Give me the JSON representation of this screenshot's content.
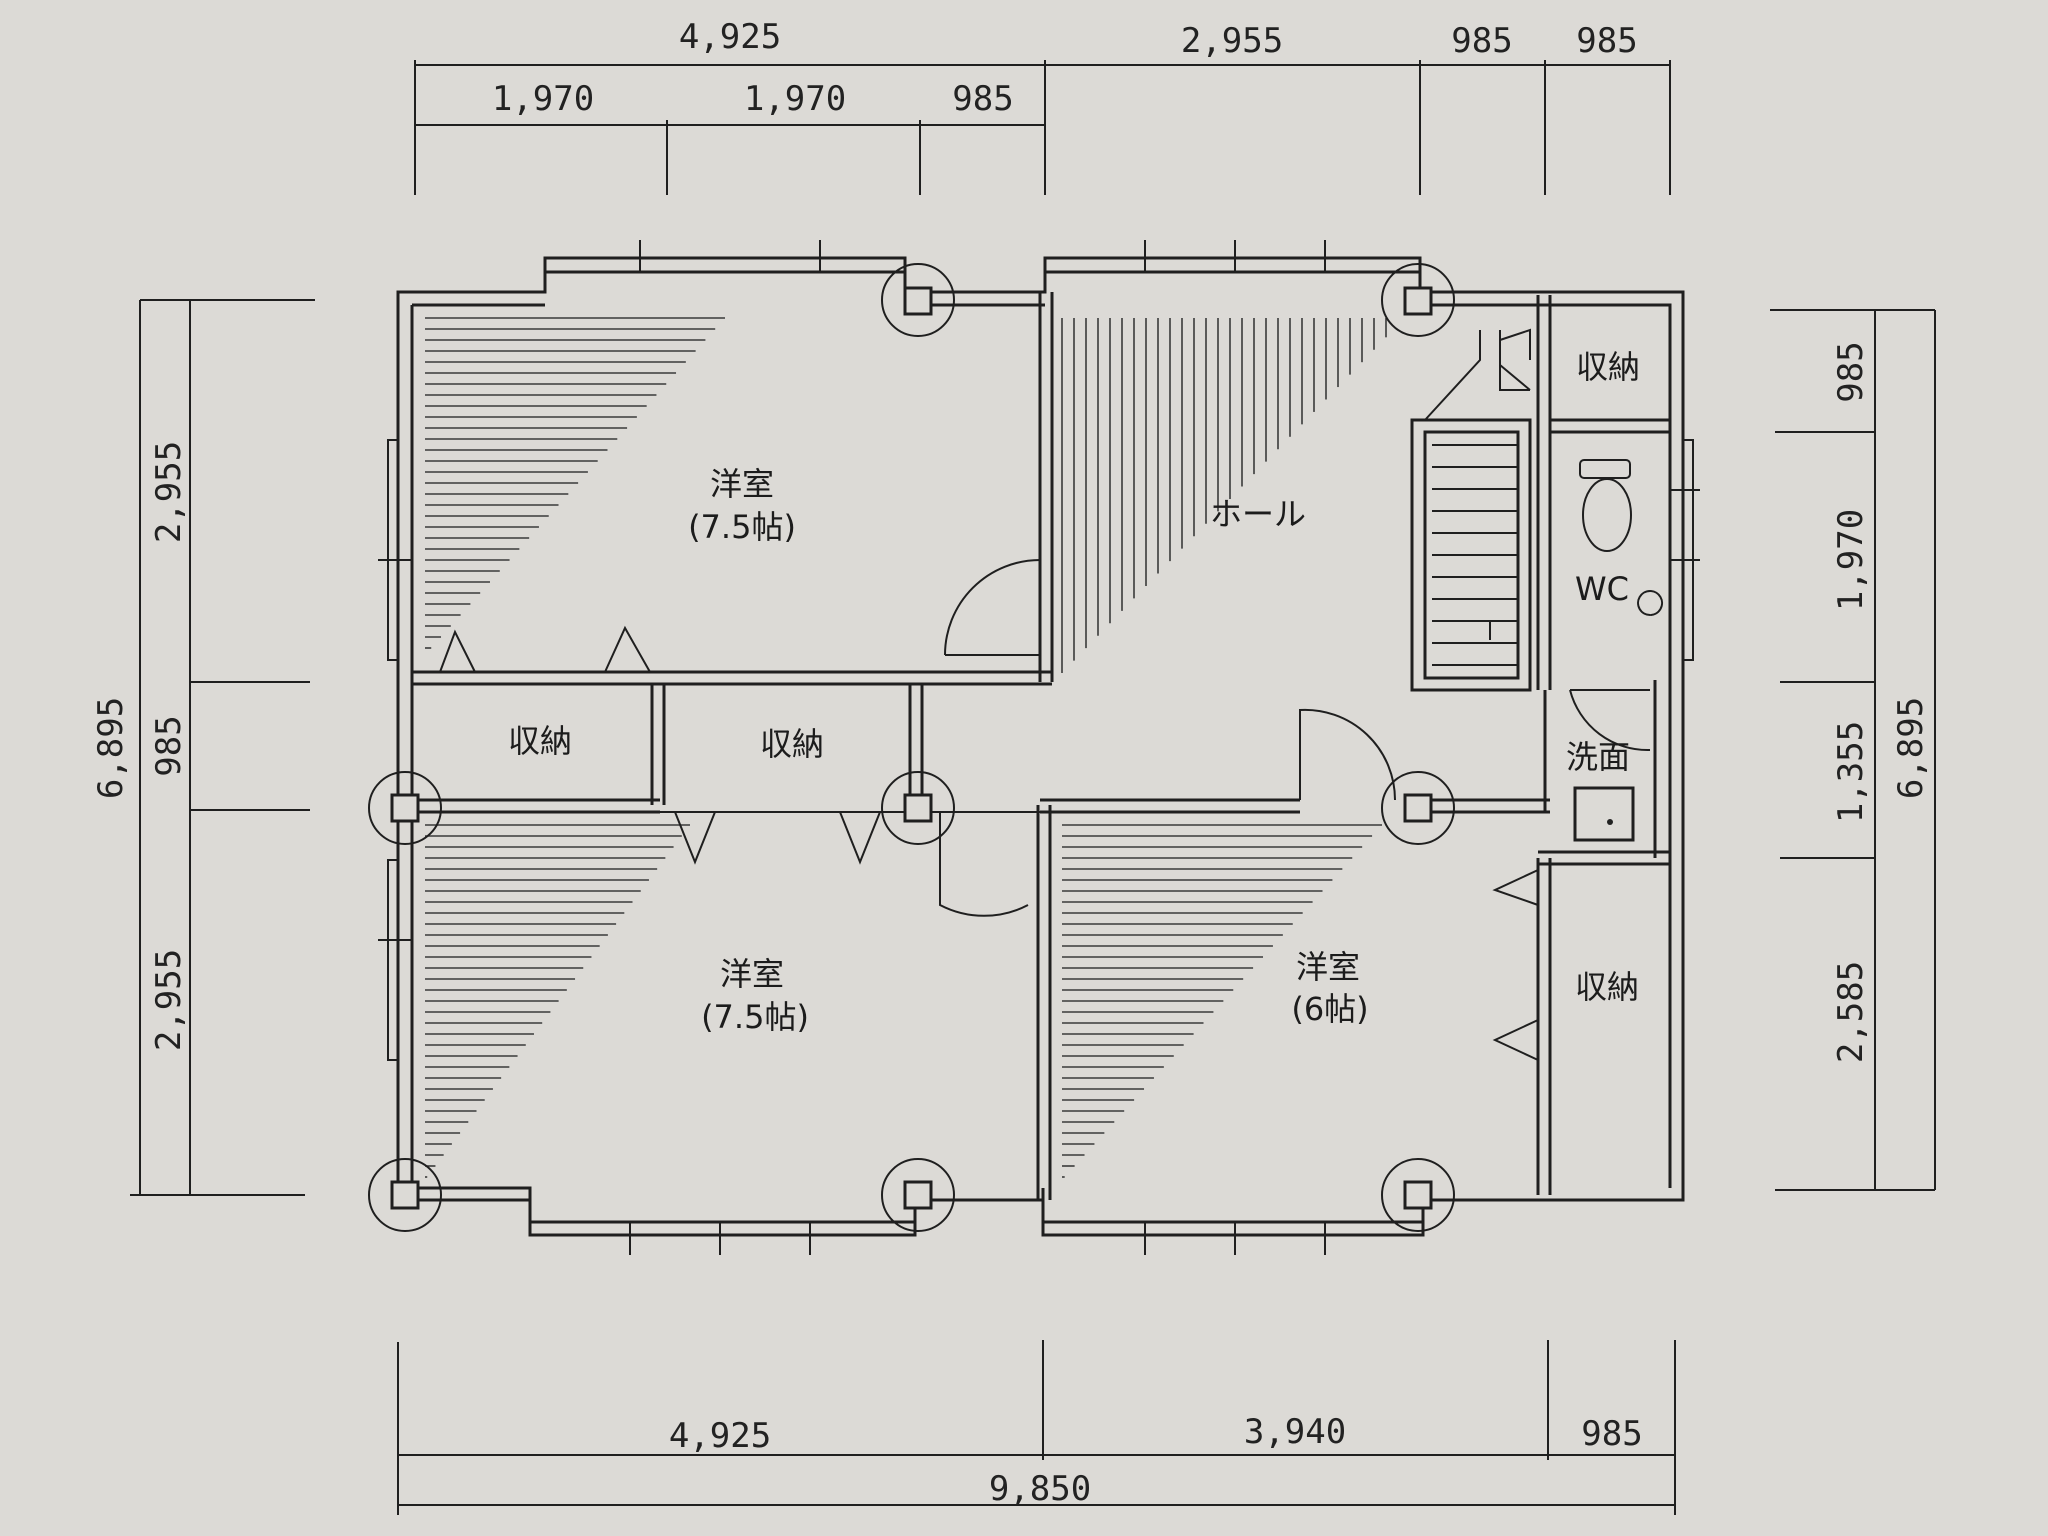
{
  "dimensions": {
    "top_total_left": "4,925",
    "top_total_right": "2,955",
    "top_right_a": "985",
    "top_right_b": "985",
    "top_sub_1": "1,970",
    "top_sub_2": "1,970",
    "top_sub_3": "985",
    "left_total": "6,895",
    "left_1": "2,955",
    "left_2": "985",
    "left_3": "2,955",
    "right_total": "6,895",
    "right_1": "985",
    "right_2": "1,970",
    "right_3": "1,355",
    "right_4": "2,585",
    "bottom_1": "4,925",
    "bottom_2": "3,940",
    "bottom_3": "985",
    "bottom_total": "9,850"
  },
  "rooms": {
    "western_top": {
      "name": "洋室",
      "size": "(7.5帖)"
    },
    "hall": {
      "name": "ホール"
    },
    "storage_top_right": {
      "name": "収納"
    },
    "wc": {
      "name": "WC"
    },
    "storage_mid_left": {
      "name": "収納"
    },
    "storage_mid_center": {
      "name": "収納"
    },
    "washroom": {
      "name": "洗面"
    },
    "western_bottom_left": {
      "name": "洋室",
      "size": "(7.5帖)"
    },
    "western_bottom_right": {
      "name": "洋室",
      "size": "(6帖)"
    },
    "storage_bottom_right": {
      "name": "収納"
    }
  }
}
